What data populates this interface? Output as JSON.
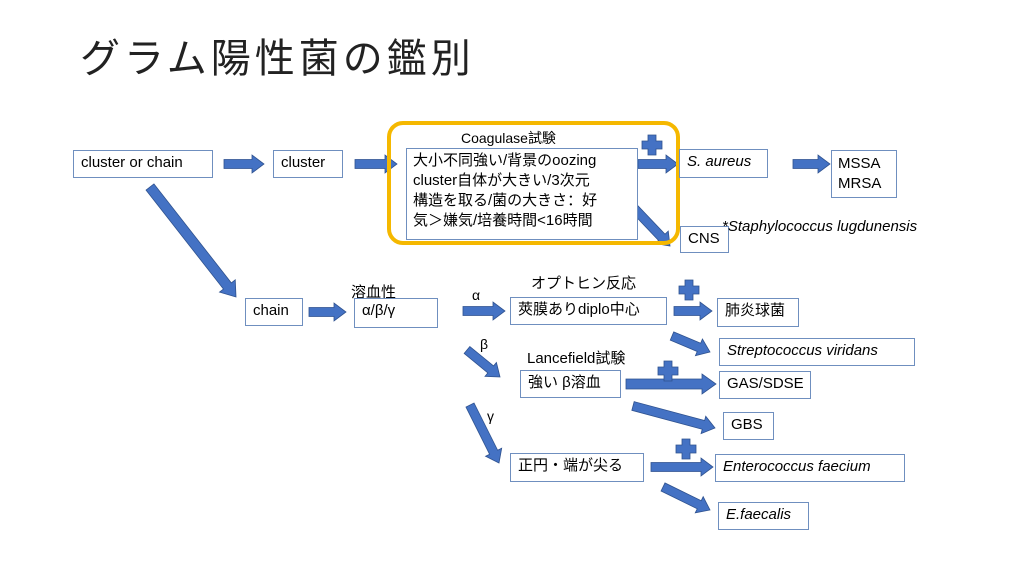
{
  "title": "グラム陽性菌の鑑別",
  "colors": {
    "arrow": "#4472c4",
    "arrow_stroke": "#2f528f",
    "highlight": "#f5b800",
    "box_border": "#6f8fbf"
  },
  "nodes": {
    "cluster_or_chain": "cluster or chain",
    "cluster": "cluster",
    "coagulase_label": "Coagulase試験",
    "coagulase_lines": [
      "大小不同強い/背景のoozing",
      "cluster自体が大きい/3次元",
      "構造を取る/菌の大きさ：好",
      "気＞嫌気/培養時間<16時間"
    ],
    "s_aureus": "S. aureus",
    "mssa": "MSSA",
    "mrsa": "MRSA",
    "cns": "CNS",
    "lugdunensis": "*Staphylococcus lugdunensis",
    "chain": "chain",
    "hemolysis_label": "溶血性",
    "hemolysis": "α/β/γ",
    "alpha": "α",
    "beta": "β",
    "gamma": "γ",
    "optochin_label": "オプトヒン反応",
    "optochin_box": "莢膜ありdiplo中心",
    "pneumococcus": "肺炎球菌",
    "viridans": "Streptococcus viridans",
    "lancefield_label": "Lancefield試験",
    "strong_beta": "強い β溶血",
    "gas_sdse": "GAS/SDSE",
    "gbs": "GBS",
    "oval": "正円・端が尖る",
    "faecium": "Enterococcus faecium",
    "faecalis": "E.faecalis"
  },
  "plus_icon_count": 4
}
